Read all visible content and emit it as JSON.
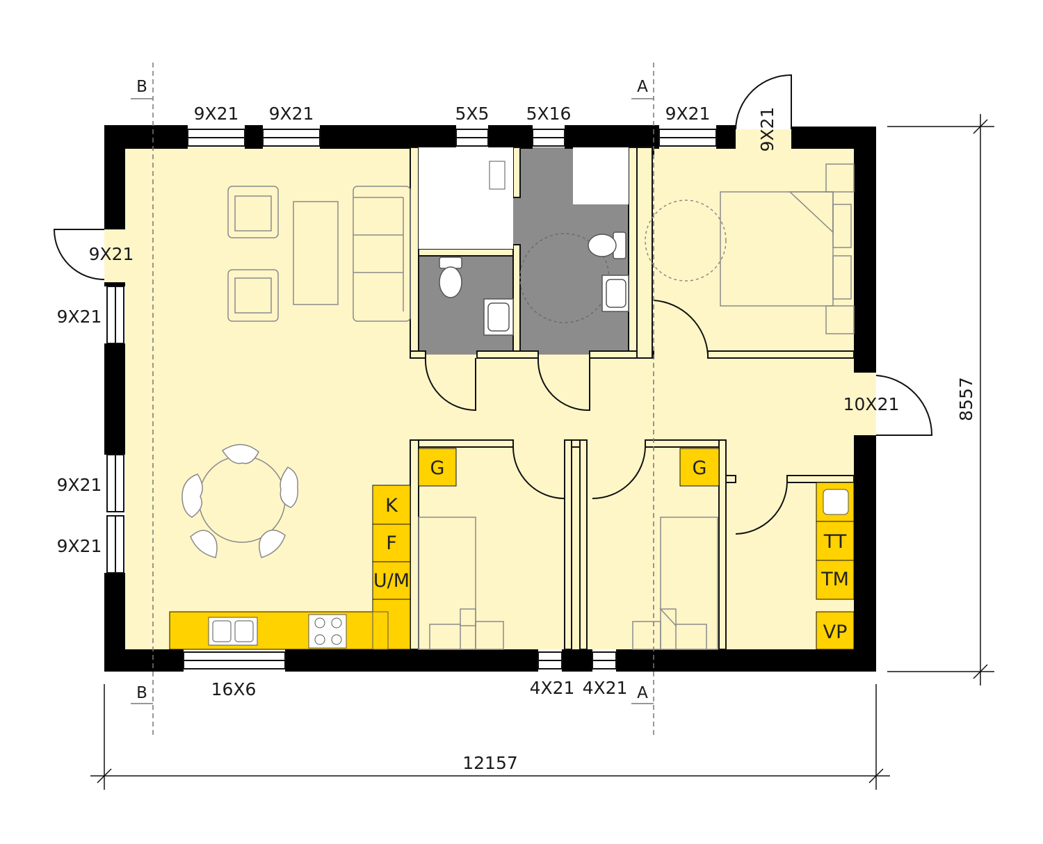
{
  "colors": {
    "floor": "#FFF6C8",
    "wet_room": "#8C8C8C",
    "wall": "#000000",
    "fixture": "#FFD200",
    "partition": "#FFF6C8"
  },
  "windows": {
    "top_1": "9X21",
    "top_2": "9X21",
    "top_3": "5X5",
    "top_4": "5X16",
    "top_5": "9X21",
    "left_1": "9X21",
    "left_2": "9X21",
    "bottom_1": "16X6",
    "bottom_2": "4X21",
    "bottom_3": "4X21"
  },
  "doors": {
    "entrance_left": "9X21",
    "entrance_top": "9X21",
    "entrance_right": "10X21"
  },
  "fixtures": {
    "wardrobe_1": "G",
    "wardrobe_2": "G",
    "kitchen_1": "K",
    "kitchen_2": "F",
    "kitchen_3": "U/M",
    "utility_1": "TT",
    "utility_2": "TM",
    "utility_3": "VP"
  },
  "dimensions": {
    "width": "12157",
    "height": "8557"
  },
  "sections": {
    "a_top": "A",
    "a_bottom": "A",
    "b_top": "B",
    "b_bottom": "B"
  },
  "icons": {
    "table": "round-dining-table-icon",
    "bed": "double-bed-icon",
    "toilet": "toilet-icon",
    "sink": "sink-icon",
    "hob": "hob-icon"
  }
}
